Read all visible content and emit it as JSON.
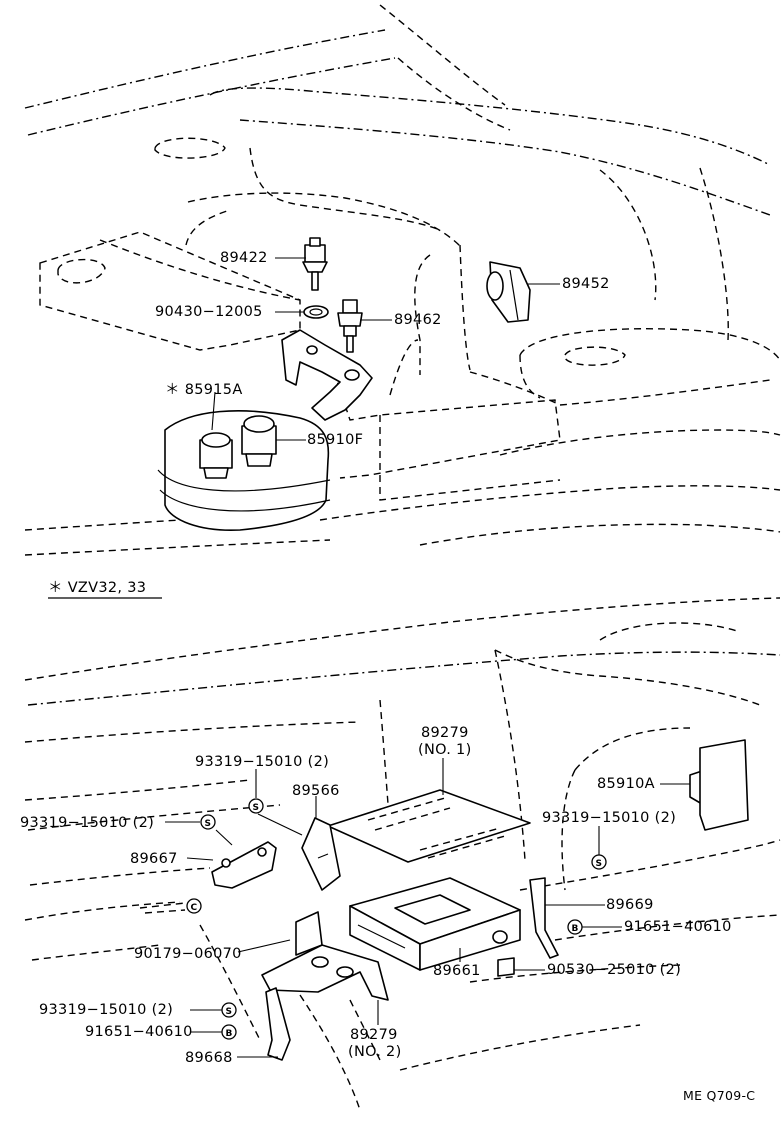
{
  "diagram": {
    "upper": {
      "parts": {
        "p89422": "89422",
        "p90430": "90430−12005",
        "p89462": "89462",
        "p89452": "89452",
        "p85915a": "＊ 85915A",
        "p85910f": "85910F"
      },
      "note": "＊  VZV32, 33"
    },
    "lower": {
      "parts": {
        "p93319_top": "93319−15010 (2)",
        "p89566": "89566",
        "p89279_no1": "89279",
        "p89279_no1_sub": "(NO. 1)",
        "p85910a": "85910A",
        "p93319_left": "93319−15010 (2)",
        "p93319_right": "93319−15010 (2)",
        "p89667": "89667",
        "p89669": "89669",
        "p91651_right": "91651−40610",
        "p90179": "90179−06070",
        "p90530": "90530−25010 (2)",
        "p89661": "89661",
        "p93319_bottom": "93319−15010 (2)",
        "p91651_bottom": "91651−40610",
        "p89279_no2": "89279",
        "p89279_no2_sub": "(NO. 2)",
        "p89668": "89668"
      }
    },
    "fastener_marks": {
      "s": "S",
      "b": "B",
      "c": "C"
    },
    "figure_code": "ME Q709-C"
  }
}
